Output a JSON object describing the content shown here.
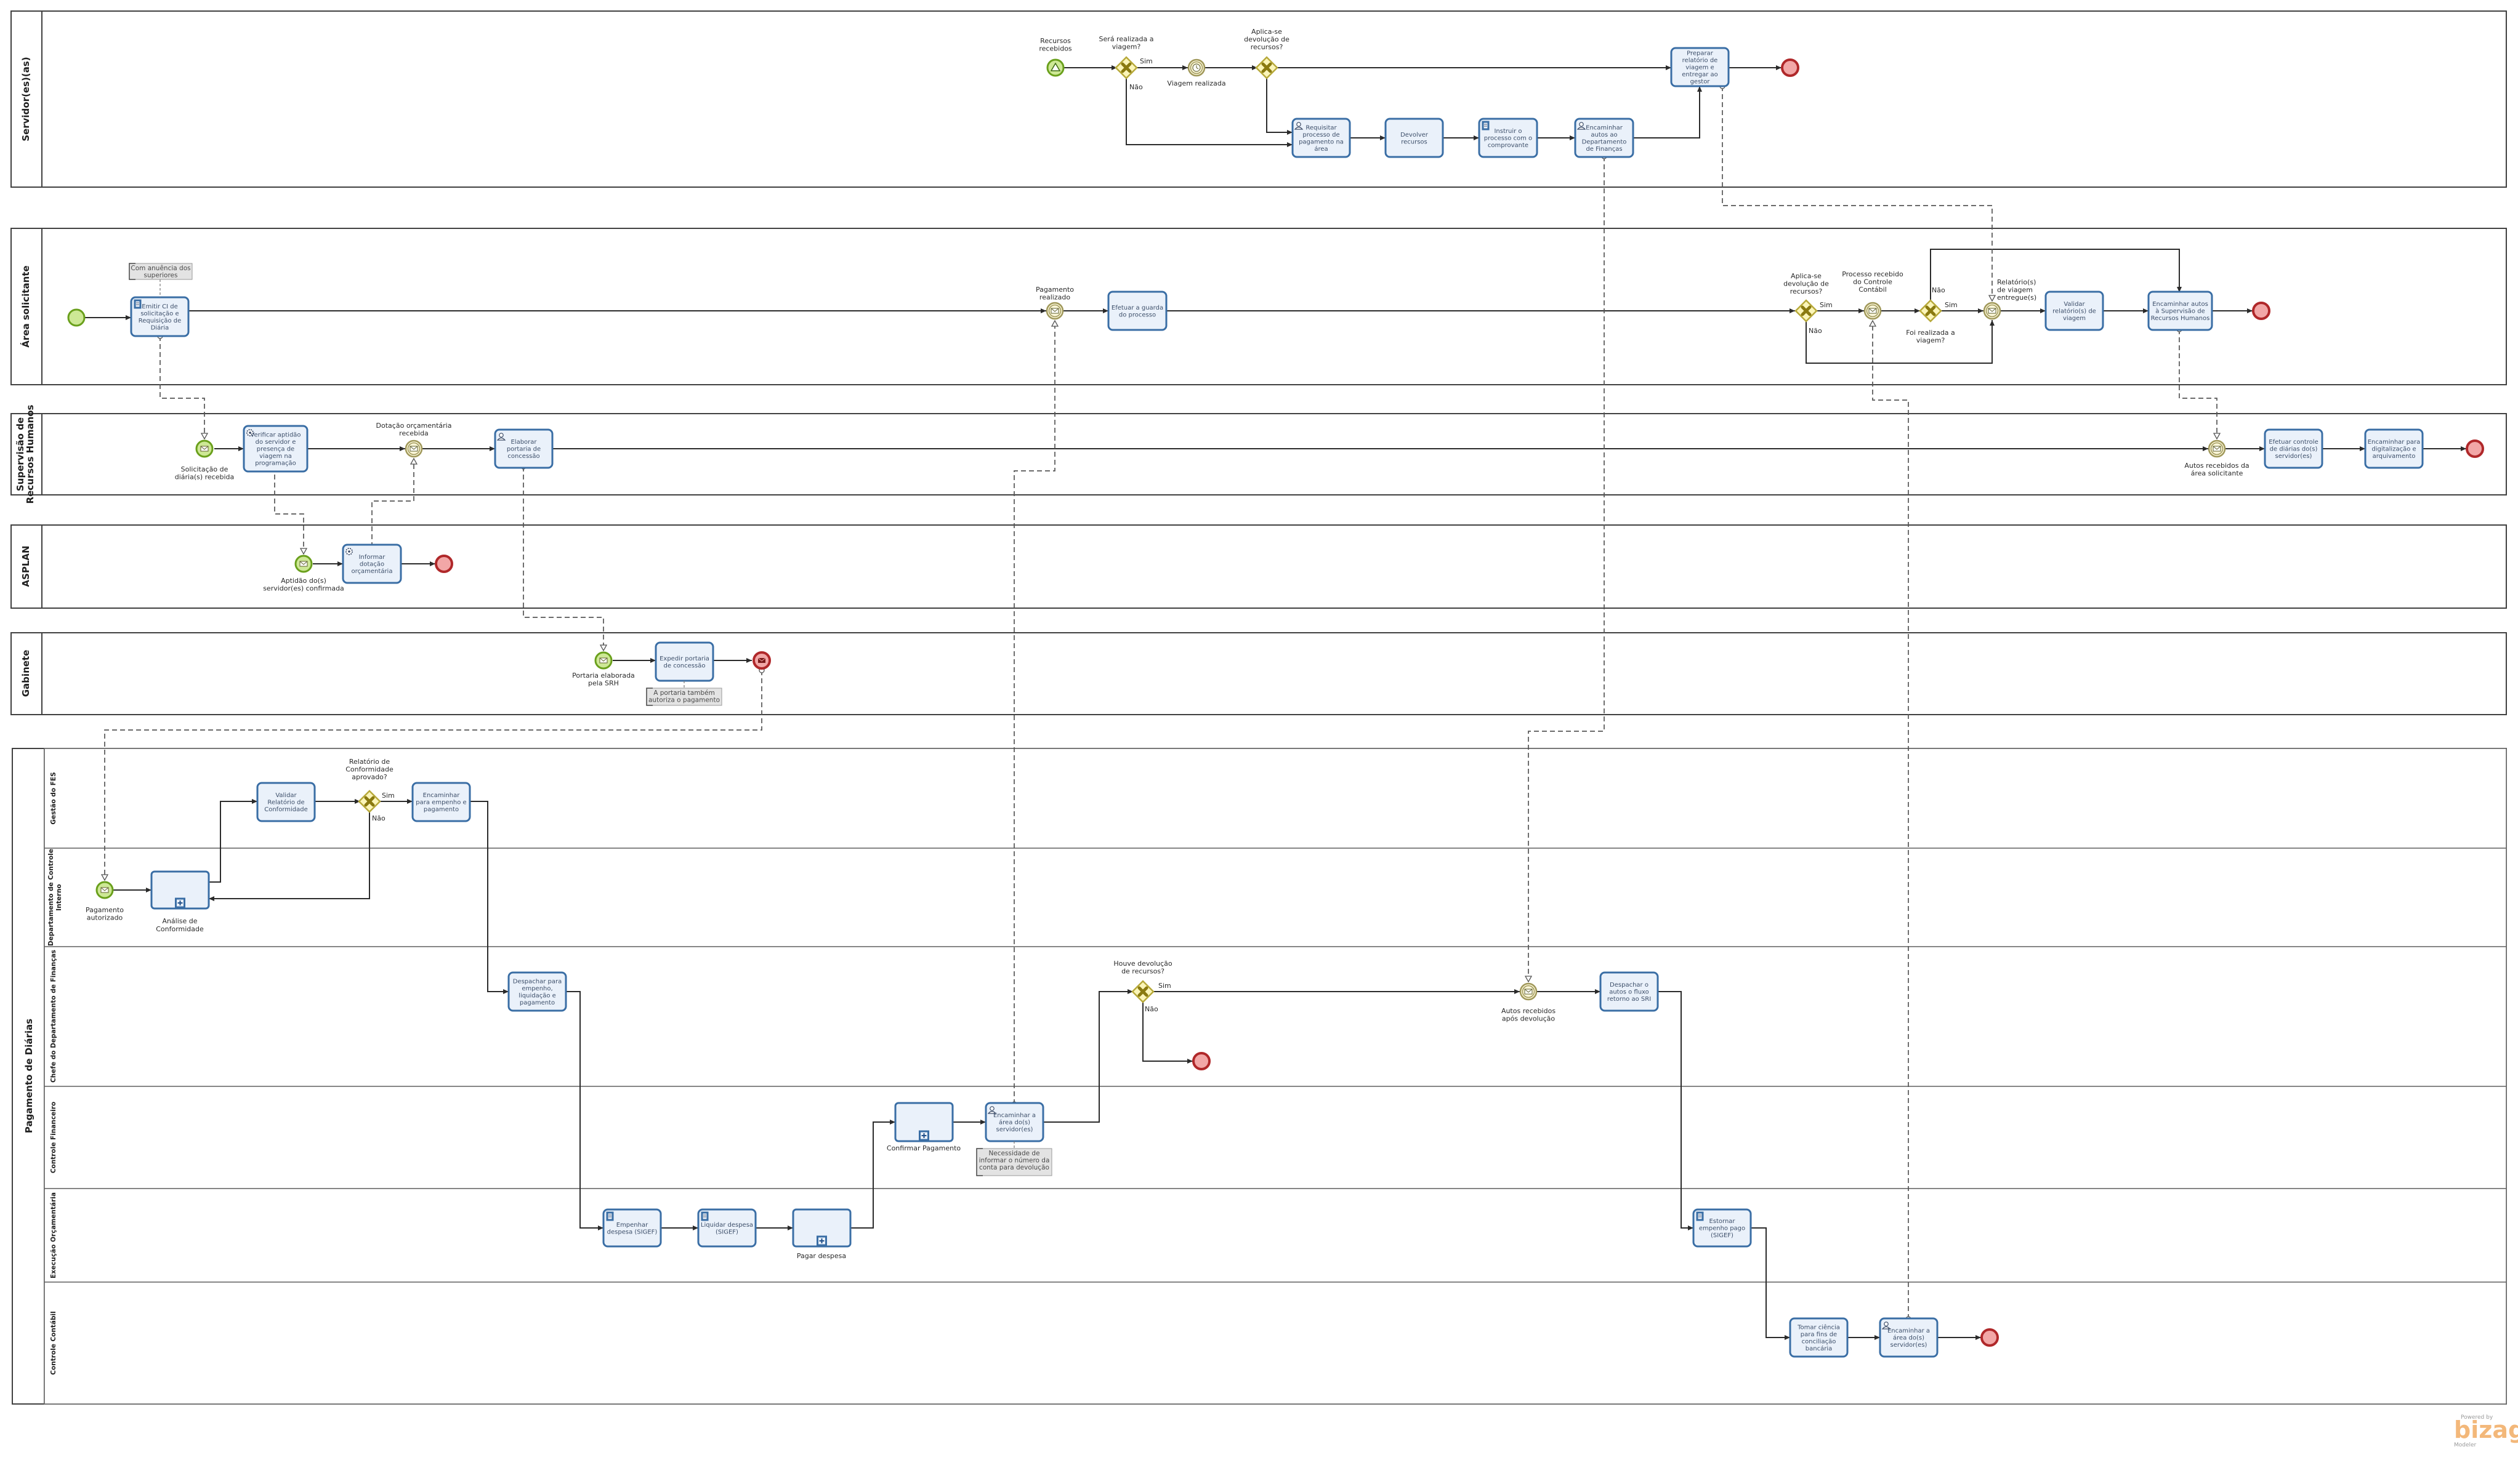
{
  "pools": {
    "servidores": "Servidor(es)(as)",
    "area": "Área solicitante",
    "srh": "Supervisão de Recursos Humanos",
    "asplan": "ASPLAN",
    "gabinete": "Gabinete",
    "pagamento": "Pagamento de Diárias"
  },
  "lanes": {
    "fes": "Gestão do FES",
    "dci": "Departamento de Controle Interno",
    "dfin": "Chefe do Departamento de Finanças",
    "cfin": "Controle Financeiro",
    "eorc": "Execução Orçamentária",
    "ccont": "Controle Contábil"
  },
  "tasks": {
    "emitir_ci": [
      "Emitir CI de",
      "solicitação e",
      "Requisição de",
      "Diária"
    ],
    "verificar_aptidao": [
      "Verificar aptidão",
      "do servidor e",
      "presença de",
      "viagem na",
      "programação"
    ],
    "elaborar_portaria": [
      "Elaborar",
      "portaria de",
      "concessão"
    ],
    "informar_dotacao": [
      "Informar",
      "dotação",
      "orçamentária"
    ],
    "expedir_portaria": [
      "Expedir portaria",
      "de concessão"
    ],
    "validar_relatorio_conf": [
      "Validar",
      "Relatório de",
      "Conformidade"
    ],
    "encaminhar_empenho": [
      "Encaminhar",
      "para empenho e",
      "pagamento"
    ],
    "despachar_empenho": [
      "Despachar para",
      "empenho,",
      "liquidação e",
      "pagamento"
    ],
    "empenhar_despesa": [
      "Empenhar",
      "despesa (SIGEF)"
    ],
    "liquidar_despesa": [
      "Liquidar despesa",
      "(SIGEF)"
    ],
    "encaminhar_area": [
      "Encaminhar a",
      "área do(s)",
      "servidor(es)"
    ],
    "aguardar_guarda": [
      "Efetuar a guarda",
      "do processo"
    ],
    "elaborar_relatorio_viagem": [
      "Preparar",
      "relatório de",
      "viagem e",
      "entregar ao",
      "gestor"
    ],
    "requisitar_pagamento": [
      "Requisitar",
      "processo de",
      "pagamento na",
      "área"
    ],
    "devolver_recursos": [
      "Devolver",
      "recursos"
    ],
    "instruir_processo": [
      "Instruir o",
      "processo com o",
      "comprovante"
    ],
    "encaminhar_autos_dfin": [
      "Encaminhar",
      "autos ao",
      "Departamento",
      "de Finanças"
    ],
    "validar_relatorios": [
      "Validar",
      "relatório(s) de",
      "viagem"
    ],
    "encaminhar_autos_srh": [
      "Encaminhar autos",
      "à Supervisão de",
      "Recursos Humanos"
    ],
    "efetuar_controle": [
      "Efetuar controle",
      "de diárias do(s)",
      "servidor(es)"
    ],
    "encaminhar_digitalizacao": [
      "Encaminhar para",
      "digitalização e",
      "arquivamento"
    ],
    "despachar_sri": [
      "Despachar o",
      "autos o fluxo",
      "retorno ao SRI"
    ],
    "estornar_empenho": [
      "Estornar",
      "empenho pago",
      "(SIGEF)"
    ],
    "tomar_ciencia": [
      "Tomar ciência",
      "para fins de",
      "conciliação",
      "bancária"
    ],
    "encaminhar_area2": [
      "Encaminhar a",
      "área do(s)",
      "servidor(es)"
    ]
  },
  "subprocesses": {
    "analise": [
      "Análise de",
      "Conformidade"
    ],
    "confirmar": [
      "Confirmar Pagamento"
    ],
    "pagar": [
      "Pagar despesa"
    ]
  },
  "events": {
    "recursos_recebidos": [
      "Recursos",
      "recebidos"
    ],
    "viagem_realizada": [
      "Viagem realizada"
    ],
    "pagamento_realizado": [
      "Pagamento",
      "realizado"
    ],
    "processo_recebido": [
      "Processo recebido",
      "do Controle",
      "Contábil"
    ],
    "relatorios_entregues": [
      "Relatório(s)",
      "de viagem",
      "entregue(s)"
    ],
    "solicitacao_recebida": [
      "Solicitação de",
      "diária(s) recebida"
    ],
    "dotacao_recebida": [
      "Dotação orçamentária",
      "recebida"
    ],
    "autos_recebidos_area": [
      "Autos recebidos da",
      "área solicitante"
    ],
    "aptidao_confirmada": [
      "Aptidão do(s)",
      "servidor(es) confirmada"
    ],
    "portaria_elaborada": [
      "Portaria elaborada",
      "pela SRH"
    ],
    "pagamento_autorizado": [
      "Pagamento",
      "autorizado"
    ],
    "autos_recebidos_devolucao": [
      "Autos recebidos",
      "após devolução"
    ]
  },
  "gateways": {
    "sera_realizada": [
      "Será realizada a",
      "viagem?"
    ],
    "aplica_devolucao": [
      "Aplica-se",
      "devolução de",
      "recursos?"
    ],
    "aplica_devolucao_area": [
      "Aplica-se",
      "devolução de",
      "recursos?"
    ],
    "foi_realizada": [
      "Foi realizada a",
      "viagem?"
    ],
    "relatorio_aprovado": [
      "Relatório de",
      "Conformidade",
      "aprovado?"
    ],
    "houve_devolucao": [
      "Houve devolução",
      "de recursos?"
    ]
  },
  "flow_labels": {
    "sim": "Sim",
    "nao": "Não"
  },
  "notes": {
    "anuencia": [
      "Com anuência dos",
      "superiores"
    ],
    "portaria_autoriza": [
      "A portaria também",
      "autoriza o pagamento"
    ],
    "necessidade": [
      "Necessidade de",
      "informar o número da",
      "conta para devolução"
    ]
  },
  "branding": {
    "logo": "bizagi",
    "powered": "Powered by",
    "tagline": "Modeler"
  }
}
